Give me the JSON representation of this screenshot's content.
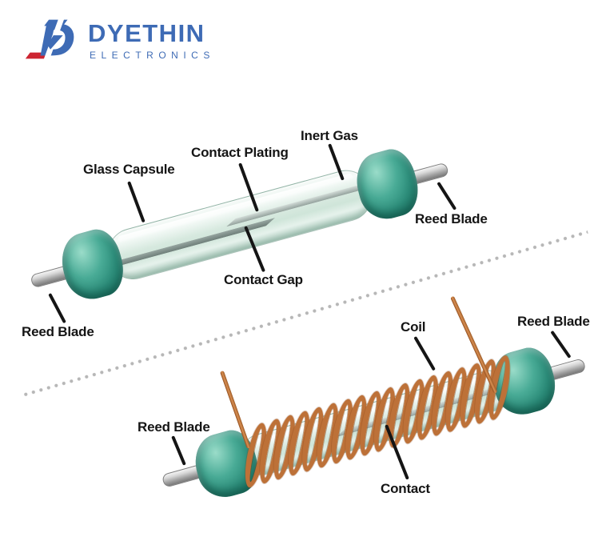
{
  "logo": {
    "brand": "DYETHIN",
    "subtitle": "ELECTRONICS",
    "mark": "stylized-d-monogram",
    "colors": {
      "blue": "#3e6bb5",
      "red": "#cd2532"
    }
  },
  "diagram": {
    "divider_style": "dotted-diagonal",
    "top_switch": {
      "labels": {
        "glass_capsule": "Glass Capsule",
        "contact_plating": "Contact Plating",
        "inert_gas": "Inert Gas",
        "reed_blade_right": "Reed Blade",
        "contact_gap": "Contact Gap",
        "reed_blade_left": "Reed Blade"
      }
    },
    "bottom_switch": {
      "coil_turns": 18,
      "labels": {
        "coil": "Coil",
        "reed_blade_left": "Reed Blade",
        "contact": "Contact",
        "reed_blade_right": "Reed Blade"
      }
    },
    "colors": {
      "glass": "#d7e9df",
      "seal_teal": "#2e8f7c",
      "metal_pin": "#b8bcbc",
      "copper_coil": "#bd7138",
      "label_text": "#151515",
      "divider_dots": "#b7b7b7"
    }
  }
}
